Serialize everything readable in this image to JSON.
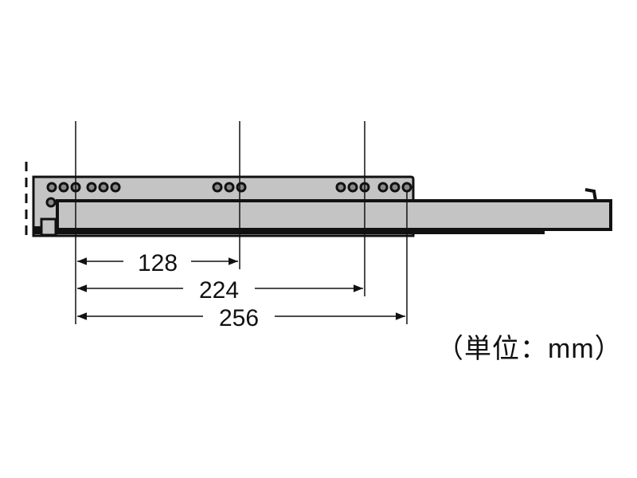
{
  "dimensions": [
    {
      "label": "128",
      "value_mm": 128
    },
    {
      "label": "224",
      "value_mm": 224
    },
    {
      "label": "256",
      "value_mm": 256
    }
  ],
  "unit_note": "（単位：mm）",
  "colors": {
    "rail_fill": "#c4c4c4",
    "line": "#111111"
  }
}
